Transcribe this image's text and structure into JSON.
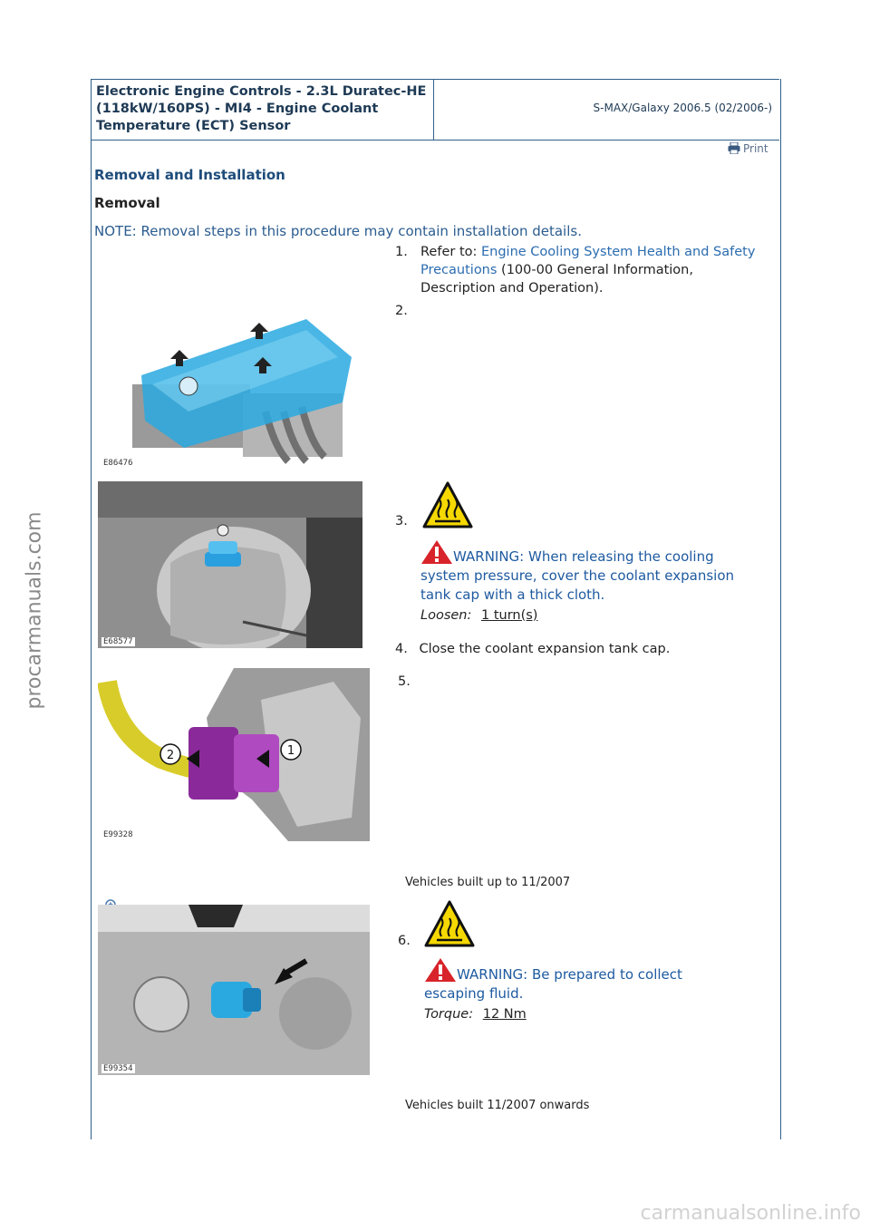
{
  "header": {
    "title": "Electronic Engine Controls - 2.3L Duratec-HE (118kW/160PS) - MI4 - Engine Coolant Temperature (ECT) Sensor",
    "model": "S-MAX/Galaxy 2006.5 (02/2006-)"
  },
  "print_label": "Print",
  "section_title": "Removal and Installation",
  "subsection_title": "Removal",
  "note": "NOTE: Removal steps in this procedure may contain installation details.",
  "steps": {
    "s1": {
      "num": "1.",
      "prefix": "Refer to: ",
      "link": "Engine Cooling System Health and Safety Precautions",
      "suffix": " (100-00 General Information, Description and Operation)."
    },
    "s2": {
      "num": "2.",
      "figure_id": "E86476"
    },
    "s3": {
      "num": "3.",
      "figure_id": "E68577",
      "warning": "WARNING: When releasing the cooling system pressure, cover the coolant expansion tank cap with a thick cloth.",
      "spec_label": "Loosen:",
      "spec_value": "1 turn(s)"
    },
    "s4": {
      "num": "4.",
      "text": "Close the coolant expansion tank cap."
    },
    "s5": {
      "num": "5.",
      "figure_id": "E99328",
      "caption": "Vehicles built up to 11/2007",
      "callouts": [
        "1",
        "2"
      ]
    },
    "s6": {
      "num": "6.",
      "figure_id": "E99354",
      "warning": "WARNING: Be prepared to collect escaping fluid.",
      "spec_label": "Torque:",
      "spec_value": "12 Nm",
      "caption": "Vehicles built 11/2007 onwards"
    }
  },
  "watermark_side": "procarmanuals.com",
  "watermark_footer": "carmanualsonline.info",
  "colors": {
    "frame": "#2f5f8a",
    "heading": "#1e4c7a",
    "link": "#2b6cb0",
    "warning_red": "#d8232a",
    "hot_yellow": "#f5d800",
    "coolant_blue": "#29a9e0",
    "connector_purple": "#8a2a9a"
  }
}
